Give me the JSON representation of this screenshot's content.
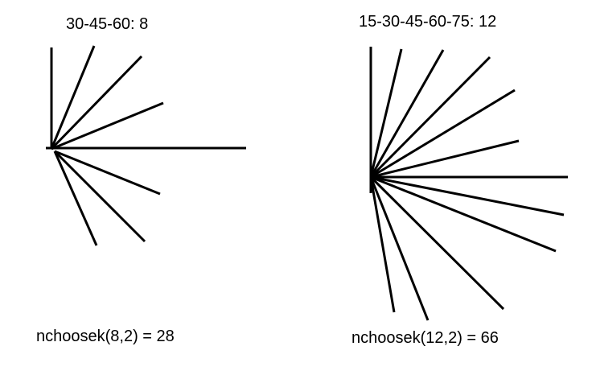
{
  "stroke_color": "#000000",
  "left_diagram": {
    "title": "30-45-60: 8",
    "formula": "nchoosek(8,2) = 28"
  },
  "right_diagram": {
    "title": "15-30-45-60-75: 12",
    "formula": "nchoosek(12,2) = 66"
  }
}
